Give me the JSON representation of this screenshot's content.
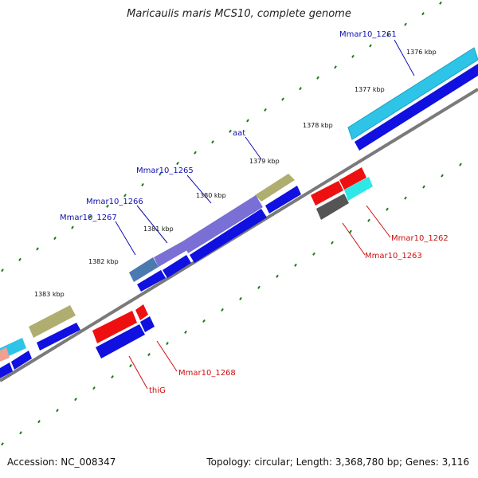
{
  "title": "Maricaulis maris MCS10, complete genome",
  "footer": {
    "accession": "Accession: NC_008347",
    "summary": "Topology: circular; Length: 3,368,780 bp; Genes: 3,116"
  },
  "colors": {
    "backbone": "#7a7a7a",
    "dots": "#1a7a1a",
    "forward_label": "#1010b0",
    "reverse_label": "#cc1010"
  },
  "ruler_labels": [
    "1376 kbp",
    "1377 kbp",
    "1378 kbp",
    "1379 kbp",
    "1380 kbp",
    "1381 kbp",
    "1382 kbp",
    "1383 kbp"
  ],
  "gene_labels": {
    "forward": [
      "Mmar10_1261",
      "aat",
      "Mmar10_1265",
      "Mmar10_1266",
      "Mmar10_1267"
    ],
    "reverse": [
      "Mmar10_1262",
      "Mmar10_1263",
      "Mmar10_1268",
      "thiG"
    ]
  }
}
